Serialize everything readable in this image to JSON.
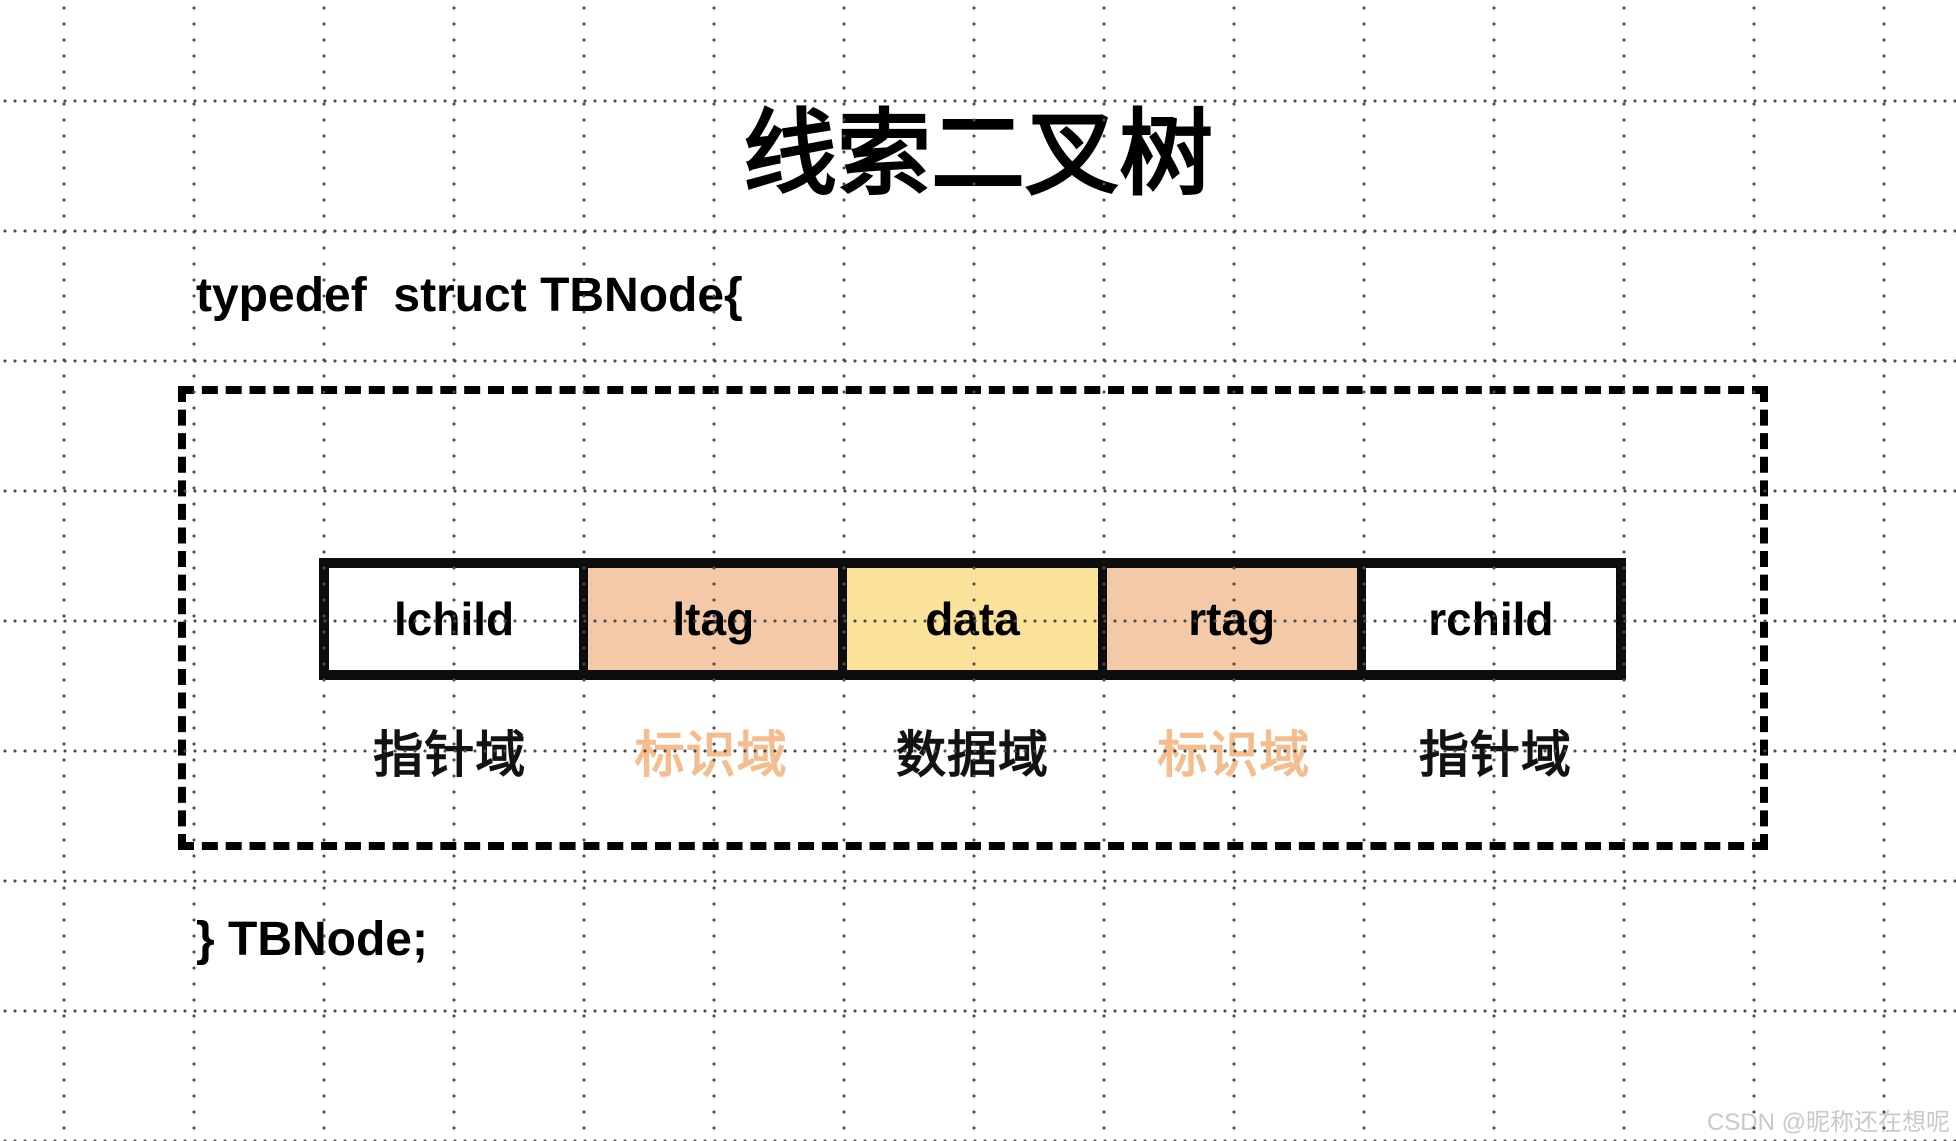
{
  "title": "线索二叉树",
  "code": {
    "open_line": "typedef  struct TBNode{",
    "close_line": "} TBNode;"
  },
  "node_struct": {
    "fields": [
      {
        "name": "lchild",
        "category": "指针域",
        "cell_bg": "#FFFFFF",
        "label_color": "#121212"
      },
      {
        "name": "ltag",
        "category": "标识域",
        "cell_bg": "#F4C9A7",
        "label_color": "#F5BD8E"
      },
      {
        "name": "data",
        "category": "数据域",
        "cell_bg": "#FAE29B",
        "label_color": "#121212"
      },
      {
        "name": "rtag",
        "category": "标识域",
        "cell_bg": "#F4C9A7",
        "label_color": "#F5BD8E"
      },
      {
        "name": "rchild",
        "category": "指针域",
        "cell_bg": "#FFFFFF",
        "label_color": "#121212"
      }
    ]
  },
  "watermark": "CSDN @昵称还在想呢",
  "colors": {
    "ink": "#000000",
    "tag_cell_fill": "#F4C9A7",
    "data_cell_fill": "#FAE29B",
    "tag_label_text": "#F5BD8E",
    "watermark_text": "#C9C9C9",
    "grid_dot": "#4A4A4A"
  }
}
